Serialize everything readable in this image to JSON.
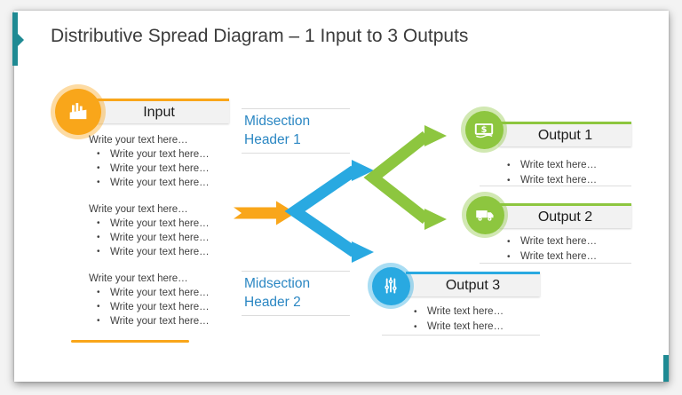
{
  "slide": {
    "title": "Distributive Spread Diagram – 1 Input to 3 Outputs"
  },
  "input": {
    "label": "Input",
    "icon": "factory-icon",
    "groups": [
      {
        "header": "Write your text here…",
        "bullets": [
          "Write your text here…",
          "Write your text here…",
          "Write your text here…"
        ]
      },
      {
        "header": "Write your text here…",
        "bullets": [
          "Write your text here…",
          "Write your text here…",
          "Write your text here…"
        ]
      },
      {
        "header": "Write your text here…",
        "bullets": [
          "Write your text here…",
          "Write your text here…",
          "Write your text here…"
        ]
      }
    ]
  },
  "midsection": {
    "header1": "Midsection Header 1",
    "header2": "Midsection Header 2"
  },
  "outputs": [
    {
      "label": "Output 1",
      "icon": "banknote-icon",
      "accent": "#8DC63F",
      "bullets": [
        "Write text here…",
        "Write text here…"
      ]
    },
    {
      "label": "Output 2",
      "icon": "truck-icon",
      "accent": "#8DC63F",
      "bullets": [
        "Write text here…",
        "Write text here…"
      ]
    },
    {
      "label": "Output 3",
      "icon": "sliders-icon",
      "accent": "#29A9E1",
      "bullets": [
        "Write text here…",
        "Write text here…"
      ]
    }
  ],
  "colors": {
    "orange": "#F9A61A",
    "blue": "#29A9E1",
    "green": "#8DC63F",
    "teal": "#1F8A93",
    "midsection_text": "#2B87C3",
    "header_bar_bg": "#F2F2F2",
    "body_text": "#3F3F3F"
  }
}
